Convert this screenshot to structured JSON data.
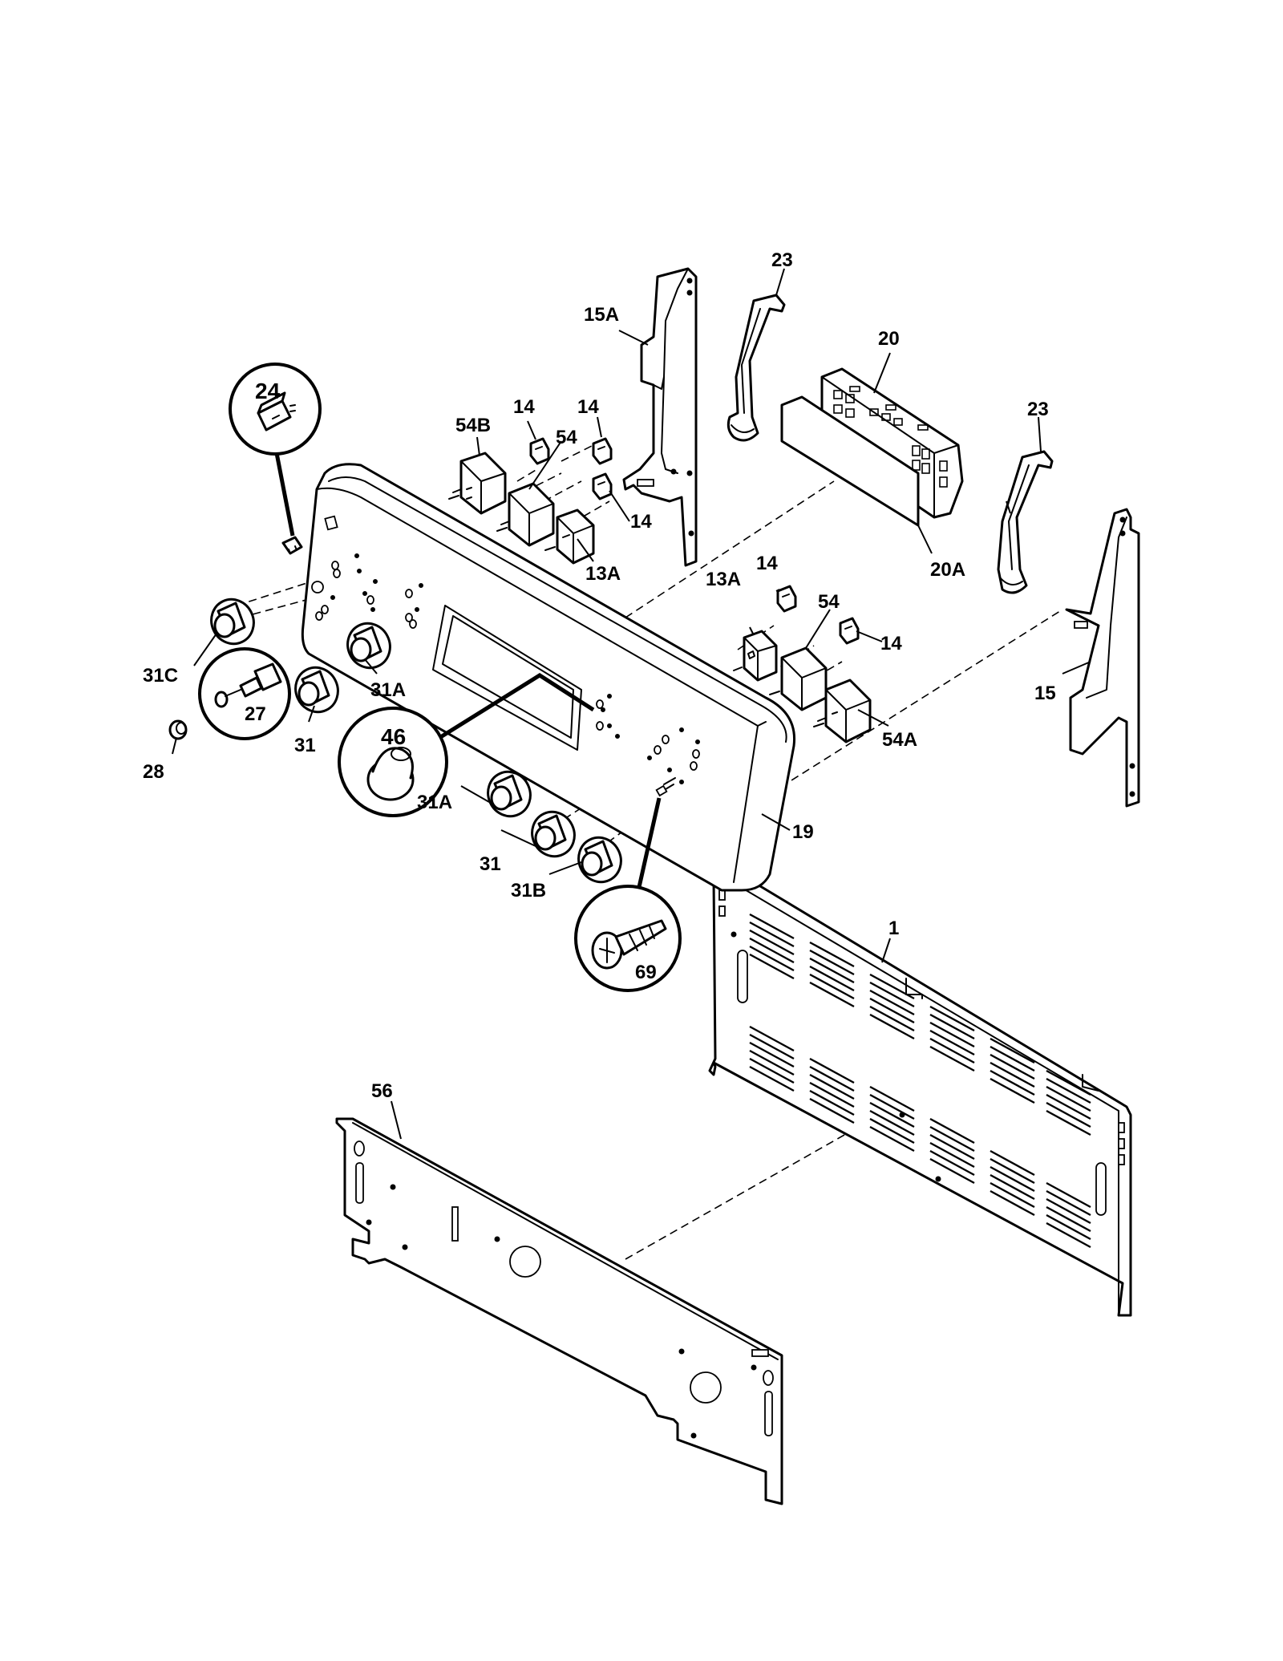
{
  "diagram": {
    "part_labels": {
      "p1": "1",
      "p13a_upper": "13A",
      "p13a_lower": "13A",
      "p14_a": "14",
      "p14_b": "14",
      "p14_c": "14",
      "p14_d": "14",
      "p14_e": "14",
      "p15": "15",
      "p15a": "15A",
      "p19": "19",
      "p20": "20",
      "p20a": "20A",
      "p23_left": "23",
      "p23_right": "23",
      "p24": "24",
      "p27": "27",
      "p28": "28",
      "p31_left": "31",
      "p31_lower": "31",
      "p31a_left": "31A",
      "p31a_lower": "31A",
      "p31b": "31B",
      "p31c": "31C",
      "p46": "46",
      "p54_upper": "54",
      "p54_lower": "54",
      "p54a": "54A",
      "p54b": "54B",
      "p56": "56",
      "p69": "69"
    }
  }
}
